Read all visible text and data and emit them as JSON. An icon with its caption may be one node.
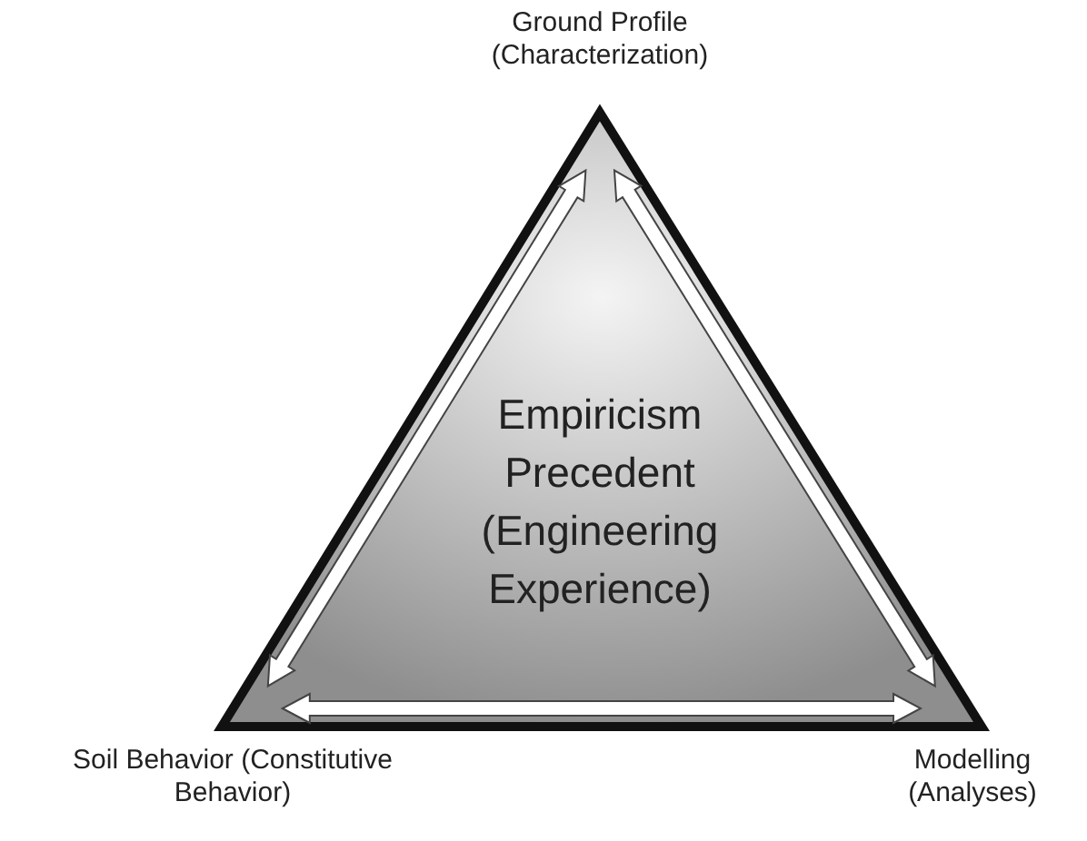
{
  "diagram": {
    "nodes": [
      {
        "text": [
          "Ground Profile (Characterization)"
        ]
      },
      {
        "text": [
          "Empiricism Precedent (Engineering Experience)"
        ]
      },
      {
        "text": [
          "Soil Behavior (Constitutive Behavior)"
        ]
      },
      {
        "text": [
          "Modelling (Analyses)"
        ]
      }
    ],
    "edges": [
      {
        "from": 0,
        "to": 2,
        "arrow": "both"
      },
      {
        "from": 0,
        "to": 3,
        "arrow": "both"
      },
      {
        "from": 2,
        "to": 3,
        "arrow": "both"
      }
    ]
  }
}
